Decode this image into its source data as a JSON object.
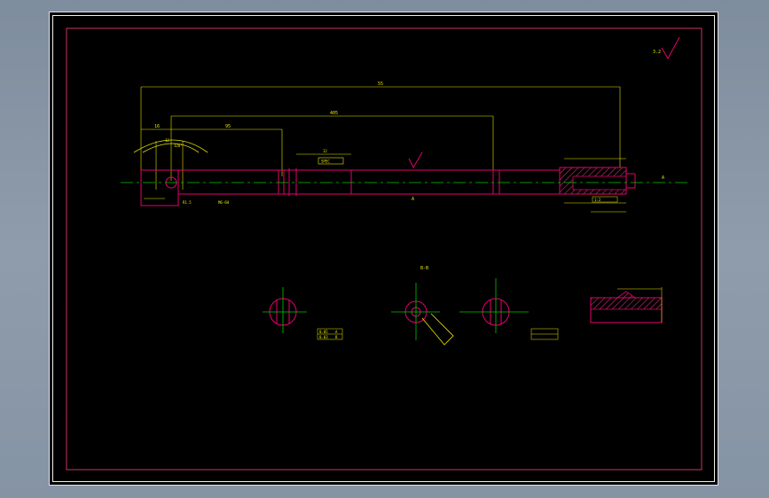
{
  "drawing": {
    "roughness_symbol": "3.2",
    "dim_overall": "55",
    "dim_main": "405",
    "dim_shaft": "95",
    "dim_left_small": "16",
    "dim_seg_a": "12",
    "dim_seg_b": "12",
    "dim_angle": "120°",
    "dim_thread": "M6-6H",
    "note_left": "R1.5",
    "note_center_box": "SPEC",
    "note_right": "1:2",
    "section_a": "A",
    "section_b": "B-B",
    "tol_table_1": [
      "0.05",
      "A"
    ],
    "tol_table_2": [
      "0.03",
      "B"
    ],
    "right_label": "A"
  },
  "colors": {
    "frame": "#c8346a",
    "dimension": "#e6e600",
    "center": "#00c800",
    "outline": "#e6006e",
    "hatch": "#c8346a"
  }
}
